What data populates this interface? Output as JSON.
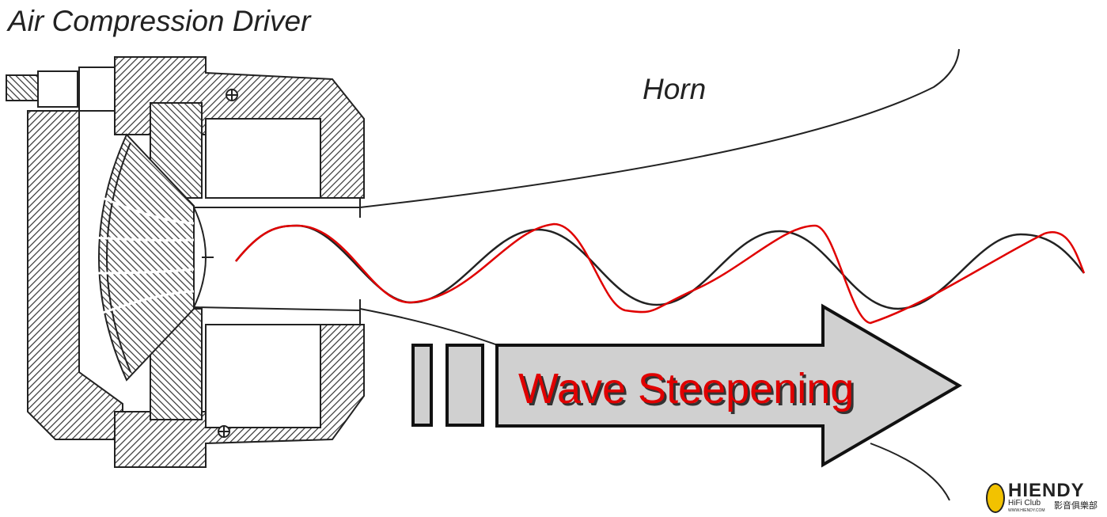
{
  "title": "Air Compression Driver",
  "horn_label": "Horn",
  "arrow_label": "Wave Steepening",
  "logo": {
    "brand": "HIENDY",
    "subtitle": "HiFi Club",
    "chinese": "影音俱樂部",
    "url": "WWW.HIENDY.COM"
  },
  "colors": {
    "steepened_wave": "#e00000",
    "original_wave": "#222222",
    "arrow_fill": "#d0d0d0",
    "logo_accent": "#f2c200"
  }
}
